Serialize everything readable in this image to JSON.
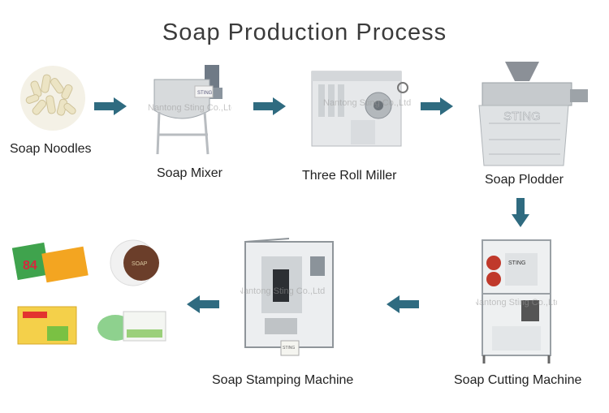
{
  "title": "Soap Production Process",
  "steps": [
    {
      "label": "Soap Noodles"
    },
    {
      "label": "Soap Mixer"
    },
    {
      "label": "Three Roll Miller"
    },
    {
      "label": "Soap Plodder"
    },
    {
      "label": "Soap Cutting Machine"
    },
    {
      "label": "Soap Stamping Machine"
    }
  ],
  "machine_brand": "STING",
  "watermark": "Nantong Sting Co.,Ltd",
  "product_labels": {
    "bar_number": "84",
    "round_soap": "SOAP"
  },
  "colors": {
    "arrow": "#2f6b80",
    "title": "#3b3b3b",
    "machine_gray": "#c9cccf",
    "machine_light": "#e6e8ea"
  },
  "icons": [
    "arrow-right-icon",
    "arrow-down-icon",
    "arrow-left-icon"
  ]
}
